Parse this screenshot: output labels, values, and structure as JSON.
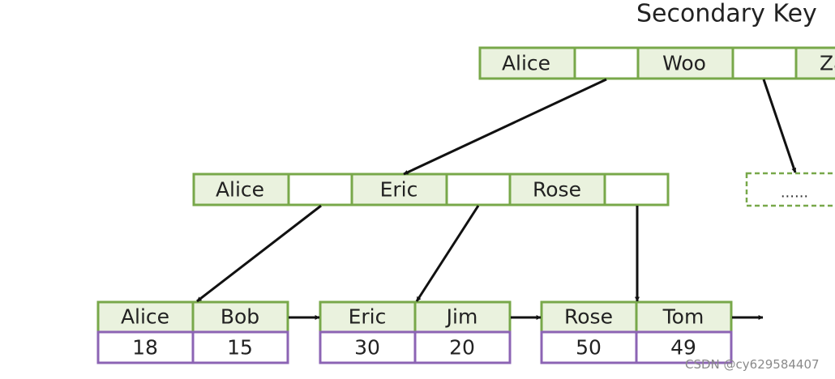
{
  "title": "Secondary Key",
  "root": {
    "keys": [
      "Alice",
      "Woo",
      "Za"
    ]
  },
  "internal": {
    "keys": [
      "Alice",
      "Eric",
      "Rose"
    ]
  },
  "sibling": {
    "label": "......"
  },
  "leaves": [
    {
      "keys": [
        "Alice",
        "Bob"
      ],
      "values": [
        "18",
        "15"
      ]
    },
    {
      "keys": [
        "Eric",
        "Jim"
      ],
      "values": [
        "30",
        "20"
      ]
    },
    {
      "keys": [
        "Rose",
        "Tom"
      ],
      "values": [
        "50",
        "49"
      ]
    }
  ],
  "watermark": "CSDN @cy629584407",
  "colors": {
    "key_fill": "#eaf2de",
    "green_border": "#78a84a",
    "purple_border": "#8c64b4",
    "arrow": "#111111"
  }
}
